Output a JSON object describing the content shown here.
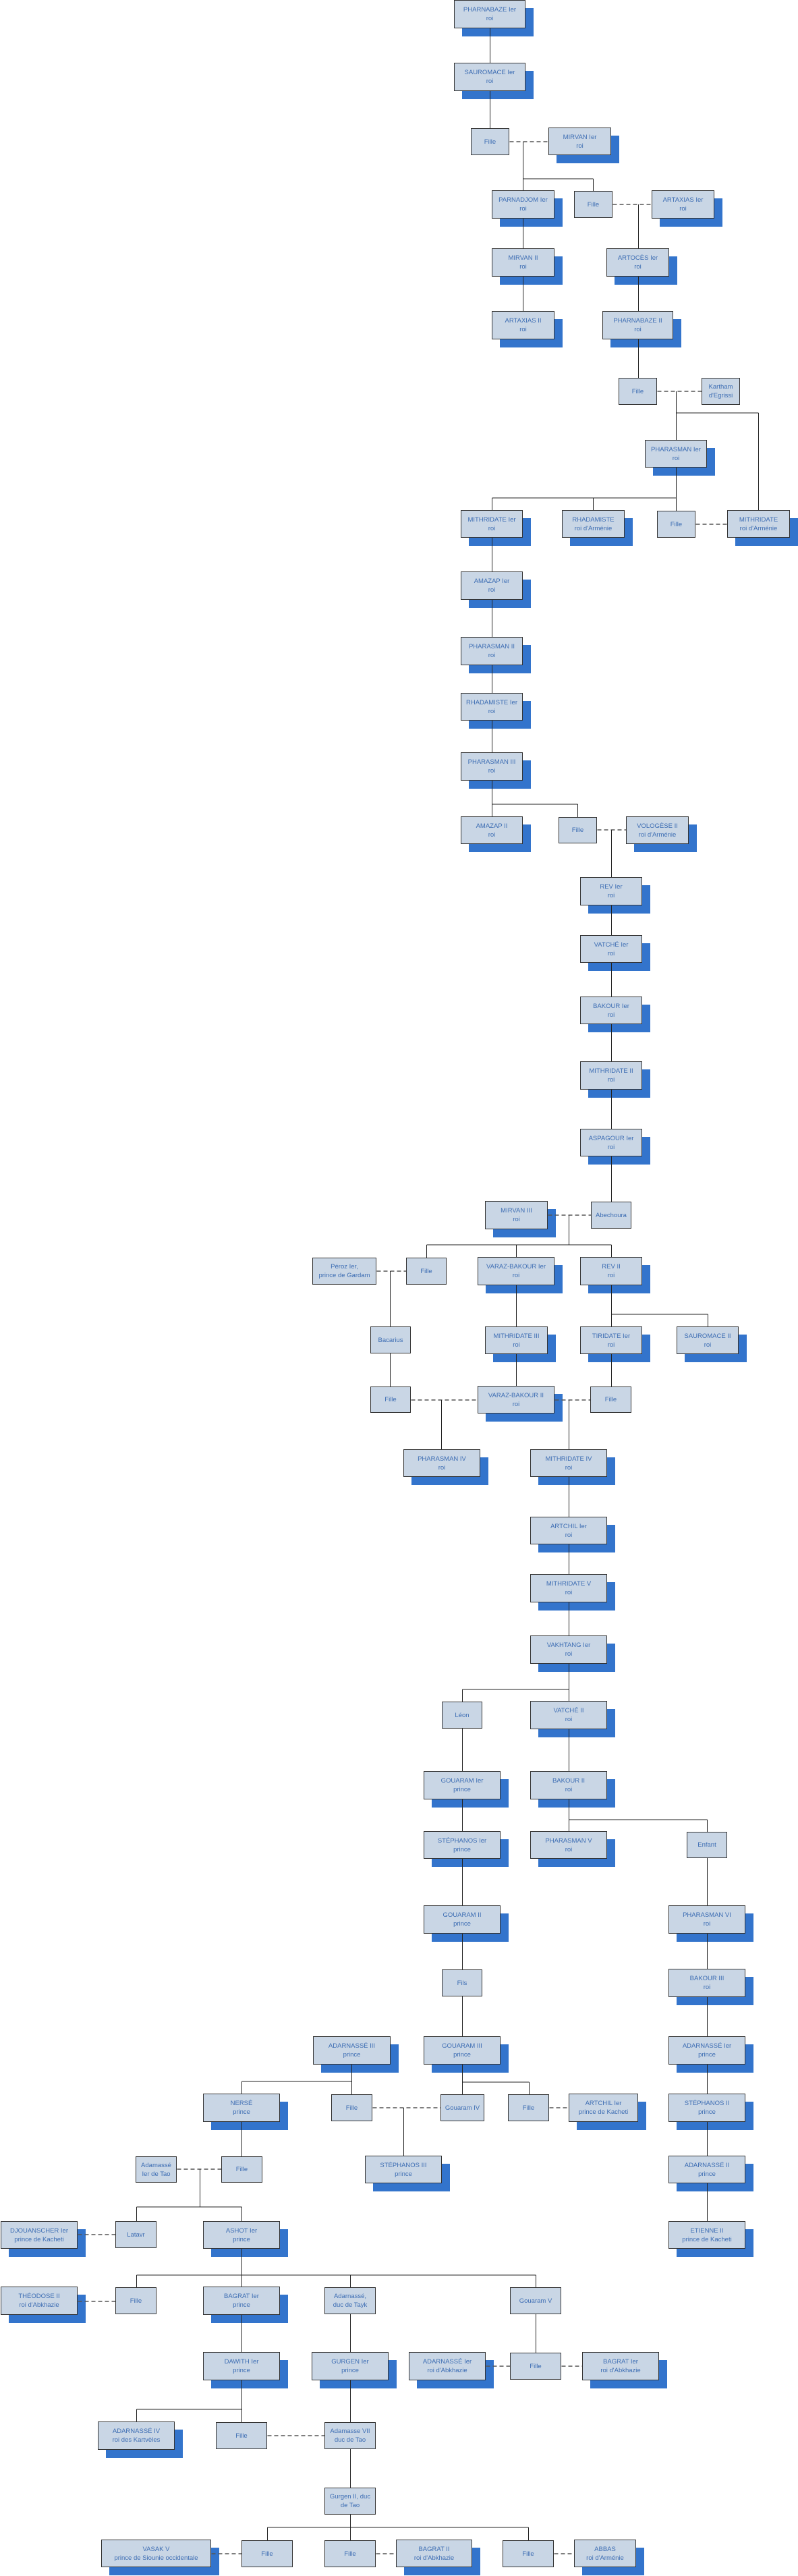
{
  "colors": {
    "box_fill": "#c9d6e5",
    "box_border": "#333333",
    "text": "#3d6db3",
    "shadow": "#3374cc",
    "line": "#222222",
    "dashed_line": "#555555"
  },
  "nodes": [
    {
      "id": "pharnabaze1",
      "name": "PHARNABAZE Ier",
      "title": "roi",
      "shadow": true
    },
    {
      "id": "sauromace1",
      "name": "SAUROMACE Ier",
      "title": "roi",
      "shadow": true
    },
    {
      "id": "fille1",
      "name": "Fille",
      "shadow": false
    },
    {
      "id": "mirvan1",
      "name": "MIRVAN Ier",
      "title": "roi",
      "shadow": true
    },
    {
      "id": "parnadjom1",
      "name": "PARNADJOM Ier",
      "title": "roi",
      "shadow": true
    },
    {
      "id": "fille2",
      "name": "Fille",
      "shadow": false
    },
    {
      "id": "artaxias1",
      "name": "ARTAXIAS Ier",
      "title": "roi",
      "shadow": true
    },
    {
      "id": "mirvan2",
      "name": "MIRVAN II",
      "title": "roi",
      "shadow": true
    },
    {
      "id": "artoces1",
      "name": "ARTOCÈS Ier",
      "title": "roi",
      "shadow": true
    },
    {
      "id": "artaxias2",
      "name": "ARTAXIAS II",
      "title": "roi",
      "shadow": true
    },
    {
      "id": "pharnabaze2",
      "name": "PHARNABAZE II",
      "title": "roi",
      "shadow": true
    },
    {
      "id": "fille3",
      "name": "Fille",
      "shadow": false
    },
    {
      "id": "kartham",
      "name": "Kartham",
      "title": "d'Egrissi",
      "shadow": false
    },
    {
      "id": "pharasman1",
      "name": "PHARASMAN Ier",
      "title": "roi",
      "shadow": true
    },
    {
      "id": "mithridate1",
      "name": "MITHRIDATE Ier",
      "title": "roi",
      "shadow": true
    },
    {
      "id": "rhadamiste_arm",
      "name": "RHADAMISTE",
      "title": "roi d'Arménie",
      "shadow": true
    },
    {
      "id": "fille4",
      "name": "Fille",
      "shadow": false
    },
    {
      "id": "mithridate_arm",
      "name": "MITHRIDATE",
      "title": "roi d'Arménie",
      "shadow": true
    },
    {
      "id": "amazap1",
      "name": "AMAZAP Ier",
      "title": "roi",
      "shadow": true
    },
    {
      "id": "pharasman2",
      "name": "PHARASMAN II",
      "title": "roi",
      "shadow": true
    },
    {
      "id": "rhadamiste1",
      "name": "RHADAMISTE Ier",
      "title": "roi",
      "shadow": true
    },
    {
      "id": "pharasman3",
      "name": "PHARASMAN III",
      "title": "roi",
      "shadow": true
    },
    {
      "id": "amazap2",
      "name": "AMAZAP II",
      "title": "roi",
      "shadow": true
    },
    {
      "id": "fille5",
      "name": "Fille",
      "shadow": false
    },
    {
      "id": "vologese2",
      "name": "VOLOGÈSE II",
      "title": "roi d'Arménie",
      "shadow": true
    },
    {
      "id": "rev1",
      "name": "REV Ier",
      "title": "roi",
      "shadow": true
    },
    {
      "id": "vatche1",
      "name": "VATCHÉ Ier",
      "title": "roi",
      "shadow": true
    },
    {
      "id": "bakour1",
      "name": "BAKOUR Ier",
      "title": "roi",
      "shadow": true
    },
    {
      "id": "mithridate2",
      "name": "MITHRIDATE II",
      "title": "roi",
      "shadow": true
    },
    {
      "id": "aspagour1",
      "name": "ASPAGOUR Ier",
      "title": "roi",
      "shadow": true
    },
    {
      "id": "mirvan3",
      "name": "MIRVAN III",
      "title": "roi",
      "shadow": true
    },
    {
      "id": "abechoura",
      "name": "Abechoura",
      "shadow": false
    },
    {
      "id": "peroz",
      "name": "Péroz Ier,",
      "title": "prince de Gardam",
      "shadow": false
    },
    {
      "id": "fille6",
      "name": "Fille",
      "shadow": false
    },
    {
      "id": "varazbakour1",
      "name": "VARAZ-BAKOUR Ier",
      "title": "roi",
      "shadow": true
    },
    {
      "id": "rev2",
      "name": "REV II",
      "title": "roi",
      "shadow": true
    },
    {
      "id": "bacarius",
      "name": "Bacarius",
      "shadow": false
    },
    {
      "id": "mithridate3",
      "name": "MITHRIDATE III",
      "title": "roi",
      "shadow": true
    },
    {
      "id": "tiridate1",
      "name": "TIRIDATE Ier",
      "title": "roi",
      "shadow": true
    },
    {
      "id": "sauromace2",
      "name": "SAUROMACE II",
      "title": "roi",
      "shadow": true
    },
    {
      "id": "fille7",
      "name": "Fille",
      "shadow": false
    },
    {
      "id": "varazbakour2",
      "name": "VARAZ-BAKOUR II",
      "title": "roi",
      "shadow": true
    },
    {
      "id": "fille8",
      "name": "Fille",
      "shadow": false
    },
    {
      "id": "pharasman4",
      "name": "PHARASMAN IV",
      "title": "roi",
      "shadow": true
    },
    {
      "id": "mithridate4",
      "name": "MITHRIDATE IV",
      "title": "roi",
      "shadow": true
    },
    {
      "id": "artchil1",
      "name": "ARTCHIL Ier",
      "title": "roi",
      "shadow": true
    },
    {
      "id": "mithridate5",
      "name": "MITHRIDATE V",
      "title": "roi",
      "shadow": true
    },
    {
      "id": "vakhtang1",
      "name": "VAKHTANG Ier",
      "title": "roi",
      "shadow": true
    },
    {
      "id": "leon",
      "name": "Léon",
      "shadow": false
    },
    {
      "id": "vatche2",
      "name": "VATCHÉ II",
      "title": "roi",
      "shadow": true
    },
    {
      "id": "gouaram1",
      "name": "GOUARAM Ier",
      "title": "prince",
      "shadow": true
    },
    {
      "id": "bakour2",
      "name": "BAKOUR II",
      "title": "roi",
      "shadow": true
    },
    {
      "id": "stephanos1",
      "name": "STÉPHANOS Ier",
      "title": "prince",
      "shadow": true
    },
    {
      "id": "pharasman5",
      "name": "PHARASMAN V",
      "title": "roi",
      "shadow": true
    },
    {
      "id": "enfant",
      "name": "Enfant",
      "shadow": false
    },
    {
      "id": "gouaram2",
      "name": "GOUARAM II",
      "title": "prince",
      "shadow": true
    },
    {
      "id": "pharasman6",
      "name": "PHARASMAN VI",
      "title": "roi",
      "shadow": true
    },
    {
      "id": "fils",
      "name": "Fils",
      "shadow": false
    },
    {
      "id": "bakour3",
      "name": "BAKOUR III",
      "title": "roi",
      "shadow": true
    },
    {
      "id": "adarnasse3",
      "name": "ADARNASSÉ III",
      "title": "prince",
      "shadow": true
    },
    {
      "id": "gouaram3",
      "name": "GOUARAM III",
      "title": "prince",
      "shadow": true
    },
    {
      "id": "adarnasse1",
      "name": "ADARNASSÉ Ier",
      "title": "prince",
      "shadow": true
    },
    {
      "id": "nerse",
      "name": "NERSÉ",
      "title": "prince",
      "shadow": true
    },
    {
      "id": "fille9",
      "name": "Fille",
      "shadow": false
    },
    {
      "id": "gouaram4",
      "name": "Gouaram IV",
      "shadow": false
    },
    {
      "id": "fille11",
      "name": "Fille",
      "shadow": false
    },
    {
      "id": "artchil_kacheti",
      "name": "ARTCHIL Ier",
      "title": "prince de Kacheti",
      "shadow": true
    },
    {
      "id": "stephanos2",
      "name": "STÉPHANOS II",
      "title": "prince",
      "shadow": true
    },
    {
      "id": "adamasse_tao",
      "name": "Adamassé",
      "title": "Ier de Tao",
      "shadow": false
    },
    {
      "id": "fille10",
      "name": "Fille",
      "shadow": false
    },
    {
      "id": "stephanos3",
      "name": "STÉPHANOS III",
      "title": "prince",
      "shadow": true
    },
    {
      "id": "adarnasse2",
      "name": "ADARNASSÉ II",
      "title": "prince",
      "shadow": true
    },
    {
      "id": "djouanscher",
      "name": "DJOUANSCHER Ier",
      "title": "prince de Kacheti",
      "shadow": true
    },
    {
      "id": "latavr",
      "name": "Latavr",
      "shadow": false
    },
    {
      "id": "ashot1",
      "name": "ASHOT Ier",
      "title": "prince",
      "shadow": true
    },
    {
      "id": "etienne2",
      "name": "ETIENNE II",
      "title": "prince de Kacheti",
      "shadow": true
    },
    {
      "id": "theodose2",
      "name": "THÉODOSE II",
      "title": "roi d'Abkhazie",
      "shadow": true
    },
    {
      "id": "fille12",
      "name": "Fille",
      "shadow": false
    },
    {
      "id": "bagrat1",
      "name": "BAGRAT Ier",
      "title": "prince",
      "shadow": true
    },
    {
      "id": "adarnasse_tayk",
      "name": "Adarnassé,",
      "title": "duc de Tayk",
      "shadow": false
    },
    {
      "id": "gouaram5",
      "name": "Gouaram V",
      "shadow": false
    },
    {
      "id": "dawith1",
      "name": "DAWITH Ier",
      "title": "prince",
      "shadow": true
    },
    {
      "id": "gurgen1",
      "name": "GURGEN Ier",
      "title": "prince",
      "shadow": true
    },
    {
      "id": "adarnasse1_abk",
      "name": "ADARNASSÉ Ier",
      "title": "roi d'Abkhazie",
      "shadow": true
    },
    {
      "id": "fille14",
      "name": "Fille",
      "shadow": false
    },
    {
      "id": "bagrat1_abk",
      "name": "BAGRAT Ier",
      "title": "roi d'Abkhazie",
      "shadow": true
    },
    {
      "id": "adarnasse4",
      "name": "ADARNASSÉ IV",
      "title": "roi des Kartvèles",
      "shadow": true
    },
    {
      "id": "fille13",
      "name": "Fille",
      "shadow": false
    },
    {
      "id": "adamasse7",
      "name": "Adamasse VII",
      "title": "duc de Tao",
      "shadow": false
    },
    {
      "id": "gurgen2",
      "name": "Gurgen II, duc",
      "title": "de Tao",
      "shadow": false
    },
    {
      "id": "vasak5",
      "name": "VASAK V",
      "title": "prince de Siounie occidentale",
      "shadow": true
    },
    {
      "id": "fille15",
      "name": "Fille",
      "shadow": false
    },
    {
      "id": "fille16",
      "name": "Fille",
      "shadow": false
    },
    {
      "id": "bagrat2",
      "name": "BAGRAT II",
      "title": "roi d'Abkhazie",
      "shadow": true
    },
    {
      "id": "fille17",
      "name": "Fille",
      "shadow": false
    },
    {
      "id": "abbas",
      "name": "ABBAS",
      "title": "roi d'Arménie",
      "shadow": true
    }
  ]
}
